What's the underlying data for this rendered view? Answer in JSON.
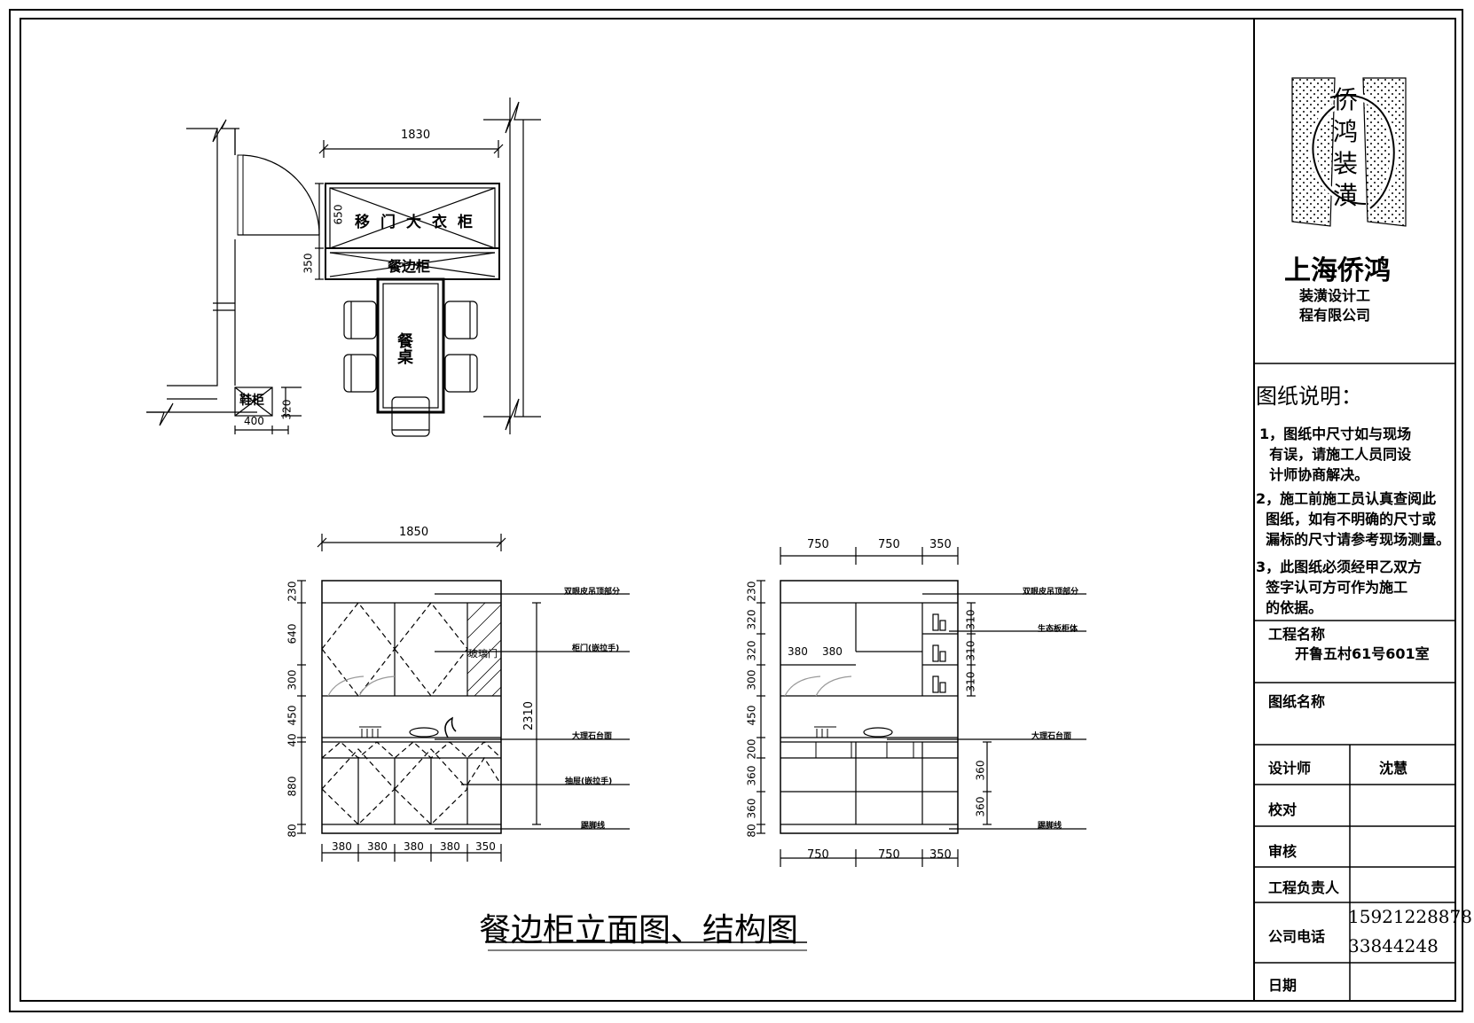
{
  "company": {
    "logo_chars": [
      "侨",
      "鸿",
      "装",
      "潢"
    ],
    "name_line1": "上海侨鸿",
    "name_line2": "装潢设计工",
    "name_line3": "程有限公司"
  },
  "notes": {
    "title": "图纸说明：",
    "items": [
      "1，图纸中尺寸如与现场\n  有误，请施工人员同设\n  计师协商解决。",
      "2，施工前施工员认真查阅此\n  图纸，如有不明确的尺寸或\n  漏标的尺寸请参考现场测量。",
      "3，此图纸必须经甲乙双方\n  签字认可方可作为施工\n  的依据。"
    ]
  },
  "project": {
    "label": "工程名称",
    "value": "开鲁五村61号601室"
  },
  "drawing_name": {
    "label": "图纸名称",
    "value": ""
  },
  "signoff": {
    "designer_label": "设计师",
    "designer_value": "沈慧",
    "check_label": "校对",
    "review_label": "审核",
    "manager_label": "工程负责人",
    "phone_label": "公司电话",
    "phone1": "15921228878",
    "phone2": "33844248",
    "date_label": "日期"
  },
  "drawing_title": "餐边柜立面图、结构图",
  "plan": {
    "width_dim": "1830",
    "dim_650": "650",
    "dim_350": "350",
    "dim_400": "400",
    "dim_320": "320",
    "wardrobe_label": "移门大衣柜",
    "sideboard_label": "餐边柜",
    "table_label": "餐桌",
    "small_cabinet_label": "鞋柜"
  },
  "elevation": {
    "top_dim": "1850",
    "heights": [
      "230",
      "640",
      "300",
      "450",
      "40",
      "880",
      "80"
    ],
    "total": "2310",
    "bottom_dims": [
      "380",
      "380",
      "380",
      "380",
      "350"
    ],
    "glass_label": "玻璃门",
    "callouts": [
      "双眼皮吊顶部分",
      "柜门(嵌拉手)",
      "大理石台面",
      "抽屉(嵌拉手)",
      "踢脚线"
    ]
  },
  "structure": {
    "top_dims": [
      "750",
      "750",
      "350"
    ],
    "heights": [
      "230",
      "320",
      "320",
      "300",
      "450",
      "200",
      "360",
      "360",
      "80"
    ],
    "right_dims": [
      "310",
      "310",
      "310"
    ],
    "inner_dims": [
      "380",
      "380"
    ],
    "lower_dims": [
      "360",
      "360"
    ],
    "bottom_dims": [
      "750",
      "750",
      "350"
    ],
    "callouts": [
      "双眼皮吊顶部分",
      "生态板柜体",
      "大理石台面",
      "踢脚线"
    ]
  }
}
